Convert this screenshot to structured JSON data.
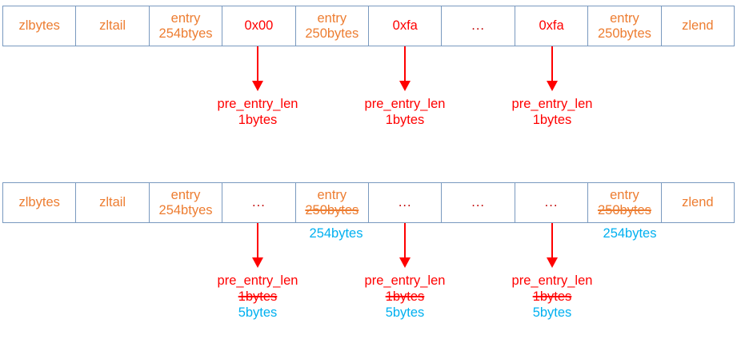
{
  "colors": {
    "field_orange": "#ED7D31",
    "value_red": "#FF0000",
    "correction_blue": "#00B0F0",
    "table_border": "#7999BF",
    "ellipsis": "#C00000"
  },
  "top_diagram": {
    "cells": [
      {
        "line1": "zlbytes",
        "line1_style": "orange"
      },
      {
        "line1": "zltail",
        "line1_style": "orange"
      },
      {
        "line1": "entry",
        "line1_style": "orange",
        "line2": "254btyes",
        "line2_style": "orange"
      },
      {
        "line1": "0x00",
        "line1_style": "red"
      },
      {
        "line1": "entry",
        "line1_style": "orange",
        "line2": "250bytes",
        "line2_style": "orange"
      },
      {
        "line1": "0xfa",
        "line1_style": "red"
      },
      {
        "line1": "...",
        "line1_style": "ellipsis"
      },
      {
        "line1": "0xfa",
        "line1_style": "red"
      },
      {
        "line1": "entry",
        "line1_style": "orange",
        "line2": "250bytes",
        "line2_style": "orange"
      },
      {
        "line1": "zlend",
        "line1_style": "orange"
      }
    ],
    "callouts": [
      {
        "title": "pre_entry_len",
        "size": "1bytes"
      },
      {
        "title": "pre_entry_len",
        "size": "1bytes"
      },
      {
        "title": "pre_entry_len",
        "size": "1bytes"
      }
    ]
  },
  "bottom_diagram": {
    "cells": [
      {
        "line1": "zlbytes",
        "line1_style": "orange"
      },
      {
        "line1": "zltail",
        "line1_style": "orange"
      },
      {
        "line1": "entry",
        "line1_style": "orange",
        "line2": "254btyes",
        "line2_style": "orange"
      },
      {
        "line1": "...",
        "line1_style": "ellipsis"
      },
      {
        "line1": "entry",
        "line1_style": "orange",
        "line2": "250bytes",
        "line2_style": "strike-orange"
      },
      {
        "line1": "...",
        "line1_style": "ellipsis"
      },
      {
        "line1": "...",
        "line1_style": "ellipsis"
      },
      {
        "line1": "...",
        "line1_style": "ellipsis"
      },
      {
        "line1": "entry",
        "line1_style": "orange",
        "line2": "250bytes",
        "line2_style": "strike-orange"
      },
      {
        "line1": "zlend",
        "line1_style": "orange"
      }
    ],
    "entry_size_corrections": [
      {
        "value": "254bytes"
      },
      {
        "value": "254bytes"
      }
    ],
    "callouts": [
      {
        "title": "pre_entry_len",
        "old_size": "1bytes",
        "new_size": "5bytes"
      },
      {
        "title": "pre_entry_len",
        "old_size": "1bytes",
        "new_size": "5bytes"
      },
      {
        "title": "pre_entry_len",
        "old_size": "1bytes",
        "new_size": "5bytes"
      }
    ]
  }
}
